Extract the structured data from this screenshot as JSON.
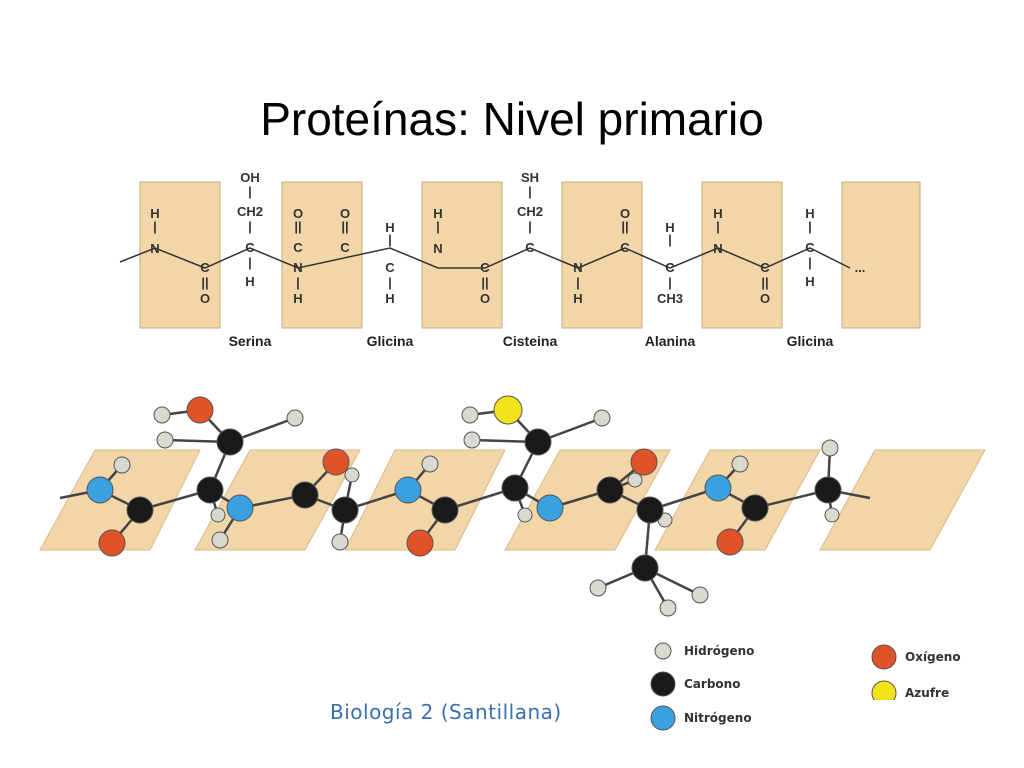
{
  "title": "Proteínas:  Nivel primario",
  "residues": [
    {
      "name": "Serina",
      "side_top": "OH",
      "side_mid": "CH2"
    },
    {
      "name": "Glicina",
      "side_top": "H",
      "side_bottom": "H"
    },
    {
      "name": "Cisteina",
      "side_top": "SH",
      "side_mid": "CH2"
    },
    {
      "name": "Alanina",
      "side_top": "H",
      "side_bottom": "CH3"
    },
    {
      "name": "Glicina",
      "side_top": "H",
      "side_bottom": "H"
    }
  ],
  "chain_end": "...",
  "legend": {
    "hydrogen": "Hidrógeno",
    "carbon": "Carbono",
    "nitrogen": "Nitrógeno",
    "oxygen": "Oxígeno",
    "sulfur": "Azufre"
  },
  "atom_colors": {
    "hydrogen": "#d9d9d0",
    "carbon": "#1a1a1a",
    "nitrogen": "#3aa0e0",
    "oxygen": "#e0522a",
    "sulfur": "#f2e21a"
  },
  "plane_color": "#f3d6a8",
  "caption": "Biología 2 (Santillana)"
}
